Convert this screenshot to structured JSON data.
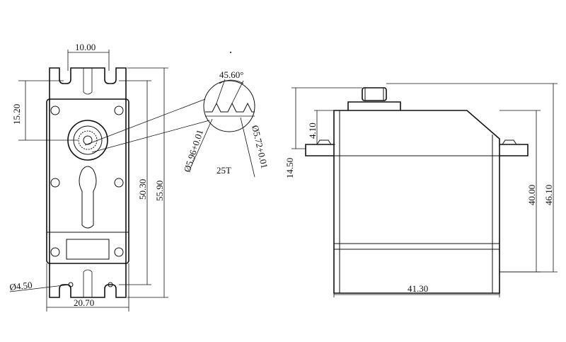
{
  "dimensions": {
    "front": {
      "mount_hole_spacing": "10.00",
      "spline_offset": "15.20",
      "hole_pitch": "50.30",
      "overall_length": "55.90",
      "hole_diameter": "Ø4.50",
      "body_width": "20.70"
    },
    "spline_detail": {
      "tooth_angle": "45.60°",
      "root_diameter": "Ø5.96+0.01",
      "outer_diameter": "Ø5.72+0.01",
      "tooth_count": "25T"
    },
    "side": {
      "flange_offset": "4.10",
      "flange_height": "14.50",
      "body_height": "40.00",
      "overall_height": "46.10",
      "overall_length": "41.30"
    }
  }
}
